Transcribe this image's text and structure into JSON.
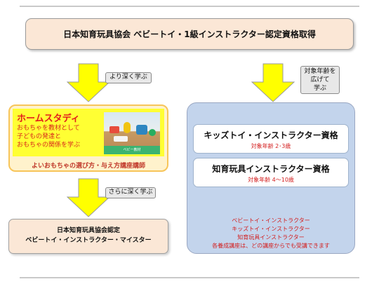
{
  "title": "日本知育玩具協会 ベビートイ・1級インストラクター認定資格取得",
  "left": {
    "callout_1": "より深く学ぶ",
    "home_study": {
      "title": "ホームスタディ",
      "lines": [
        "おもちゃを教材として",
        "子どもの発達と",
        "おもちゃの関係を学ぶ"
      ],
      "photo_caption": "ベビー教材",
      "caption": "よいおもちゃの選び方・与え方講座講師"
    },
    "callout_2": "さらに深く学ぶ",
    "master": {
      "line1": "日本知育玩具協会認定",
      "line2": "ベビートイ・インストラクター・マイスター"
    }
  },
  "right": {
    "callout": [
      "対象年齢を",
      "広げて",
      "学ぶ"
    ],
    "kids": {
      "title": "キッズトイ・インストラクター資格",
      "age": "対象年齢 2･3歳"
    },
    "chiiku": {
      "title": "知育玩具インストラクター資格",
      "age": "対象年齢 4～10歳"
    },
    "notes": [
      "ベビートイ・インストラクター",
      "キッズトイ・インストラクター",
      "知育玩具インストラクター",
      "各養成講座は、どの講座からでも受講できます"
    ]
  },
  "colors": {
    "arrow": "#ffff00",
    "arrow_outline": "#9a9a9a",
    "red_text": "#d32020",
    "title_fill": "#fbe7d6",
    "right_panel": "#c3d4ec",
    "home_highlight": "#ffff33"
  }
}
